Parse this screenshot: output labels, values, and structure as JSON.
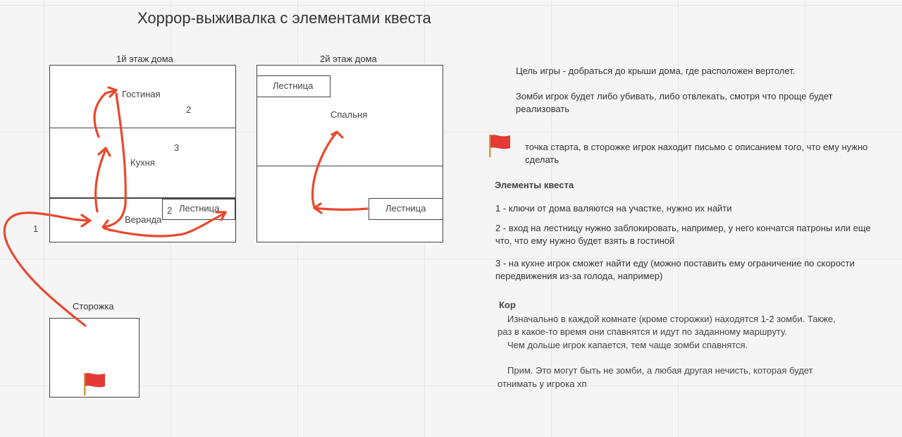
{
  "board": {
    "title": "Хоррор-выживалка с элементами квеста"
  },
  "floor1": {
    "caption": "1й этаж дома",
    "living_room": "Гостиная",
    "kitchen": "Кухня",
    "veranda": "Веранда",
    "stairs": "Лестница",
    "mark_living": "2",
    "mark_kitchen": "3",
    "mark_stairs": "2"
  },
  "floor2": {
    "caption": "2й этаж дома",
    "stairs_top": "Лестница",
    "bedroom": "Спальня",
    "stairs_bottom": "Лестница"
  },
  "guardhouse": {
    "caption": "Сторожка",
    "path_mark": "1"
  },
  "notes": {
    "goal": "Цель игры - добраться до крыши дома, где расположен вертолет.",
    "zombie": "Зомби игрок будет либо убивать, либо отвлекать, смотря что проще будет реализовать",
    "start": "точка старта, в сторожке игрок находит письмо с описанием того, что ему нужно сделать",
    "quest_heading": "Элементы квеста",
    "quest_1": "1 - ключи от дома валяются на участке, нужно их найти",
    "quest_2": "2 - вход на лестницу нужно заблокировать, например, у него кончатся патроны или еще что, что ему нужно будет взять в гостиной",
    "quest_3": "3 - на кухне игрок сможет найти еду (можно поставить ему ограничение по скорости передвижения из-за голода, например)",
    "core_heading": "Кор",
    "core_1": "Изначально в каждой комнате (кроме сторожки) находятся 1-2 зомби. Также,",
    "core_2": "раз в какое-то время они спавнятся и идут по заданному маршруту.",
    "core_3": "Чем дольше игрок капается, тем чаще зомби спавнятся.",
    "core_4": "Прим. Это могут быть не зомби, а любая другая нечисть, которая будет",
    "core_5": "отнимать у игрока хп"
  },
  "colors": {
    "arrow": "#e8492d",
    "flag": "#e53935"
  },
  "icons": [
    "start-flag-icon"
  ]
}
